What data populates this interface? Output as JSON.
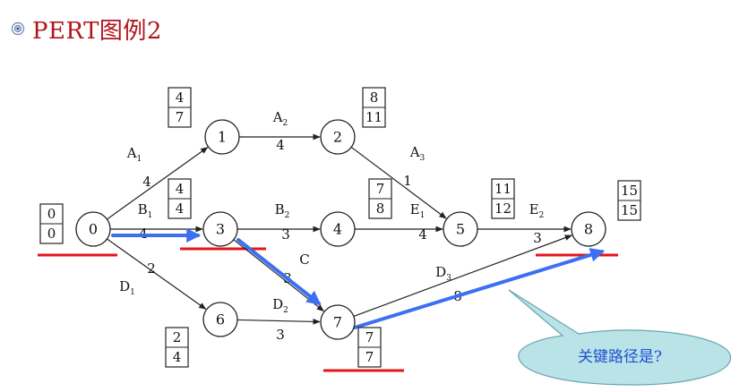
{
  "slide": {
    "title": "PERT图例2"
  },
  "diagram": {
    "nodes": [
      {
        "id": "0",
        "label": "0"
      },
      {
        "id": "1",
        "label": "1"
      },
      {
        "id": "2",
        "label": "2"
      },
      {
        "id": "3",
        "label": "3"
      },
      {
        "id": "4",
        "label": "4"
      },
      {
        "id": "5",
        "label": "5"
      },
      {
        "id": "6",
        "label": "6"
      },
      {
        "id": "7",
        "label": "7"
      },
      {
        "id": "8",
        "label": "8"
      }
    ],
    "time_boxes": {
      "0": {
        "top": "0",
        "bottom": "0"
      },
      "1": {
        "top": "4",
        "bottom": "7"
      },
      "2": {
        "top": "8",
        "bottom": "11"
      },
      "3": {
        "top": "4",
        "bottom": "4"
      },
      "4": {
        "top": "7",
        "bottom": "8"
      },
      "5": {
        "top": "11",
        "bottom": "12"
      },
      "6": {
        "top": "2",
        "bottom": "4"
      },
      "7": {
        "top": "7",
        "bottom": "7"
      },
      "8": {
        "top": "15",
        "bottom": "15"
      }
    },
    "edges": [
      {
        "from": "0",
        "to": "1",
        "name": "A",
        "sub": "1",
        "duration": "4"
      },
      {
        "from": "1",
        "to": "2",
        "name": "A",
        "sub": "2",
        "duration": "4"
      },
      {
        "from": "2",
        "to": "5",
        "name": "A",
        "sub": "3",
        "duration": "1"
      },
      {
        "from": "0",
        "to": "3",
        "name": "B",
        "sub": "1",
        "duration": "4"
      },
      {
        "from": "3",
        "to": "4",
        "name": "B",
        "sub": "2",
        "duration": "3"
      },
      {
        "from": "4",
        "to": "5",
        "name": "E",
        "sub": "1",
        "duration": "4"
      },
      {
        "from": "5",
        "to": "8",
        "name": "E",
        "sub": "2",
        "duration": "3"
      },
      {
        "from": "3",
        "to": "7",
        "name": "C",
        "sub": "",
        "duration": "3"
      },
      {
        "from": "0",
        "to": "6",
        "name": "D",
        "sub": "1",
        "duration": "2"
      },
      {
        "from": "6",
        "to": "7",
        "name": "D",
        "sub": "2",
        "duration": "3"
      },
      {
        "from": "7",
        "to": "8",
        "name": "D",
        "sub": "3",
        "duration": "8"
      }
    ],
    "critical_path": [
      "0",
      "3",
      "7",
      "8"
    ],
    "callout_text": "关键路径是?",
    "colors": {
      "title": "#b2141b",
      "critical_arrow": "#3d6ff2",
      "critical_underline": "#e3141b",
      "callout_fill": "#b9e3e6",
      "callout_stroke": "#6aa6b0",
      "callout_text": "#1f4fd6"
    }
  }
}
